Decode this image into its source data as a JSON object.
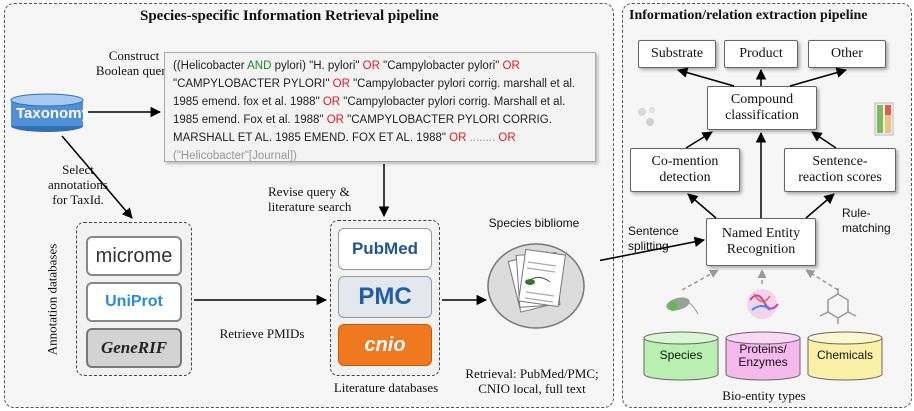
{
  "left_panel": {
    "title": "Species-specific Information Retrieval pipeline",
    "construct_label": "Construct Boolean query",
    "taxonomy_logo": "Taxonomy",
    "select_label": "Select annotations for TaxId.",
    "annotation_db_label": "Annotation databases",
    "annotation_dbs": [
      "microme",
      "UniProt",
      "GeneRIF"
    ],
    "retrieve_label": "Retrieve PMIDs",
    "revise_label": "Revise query & literature search",
    "literature_dbs": [
      "PubMed",
      "PMC",
      "cnio"
    ],
    "literature_db_label": "Literature databases",
    "bibliome_label": "Species bibliome",
    "retrieval_label": "Retrieval: PubMed/PMC; CNIO local, full text",
    "query": {
      "l1a": "((Helicobacter ",
      "l1and": "AND",
      "l1b": " pylori) ",
      "l1c": "\"H. pylori\" ",
      "l1or1": "OR",
      "l1d": " \"Campylobacter pylori\" ",
      "l1or2": "OR",
      "l2a": "\"CAMPYLOBACTER PYLORI\" ",
      "l2or": "OR",
      "l2b": " \"Campylobacter pylori corrig. marshall et al.",
      "l3a": "1985 emend. fox et al. 1988\" ",
      "l3or": "OR",
      "l3b": " \"Campylobacter pylori corrig. Marshall et al.",
      "l4a": "1985  emend. Fox et al. 1988\" ",
      "l4or1": "OR",
      "l4b": " \"CAMPYLOBACTER PYLORI CORRIG.",
      "l5a": "MARSHALL ET AL. 1985 EMEND. FOX ET AL. 1988\" ",
      "l5or": "OR",
      "l5b": " ........ ",
      "l5or2": "OR",
      "l6a": "(\"Helicobacter\"",
      "l6b": "[Journal])"
    }
  },
  "right_panel": {
    "title": "Information/relation extraction pipeline",
    "categories": [
      "Substrate",
      "Product",
      "Other"
    ],
    "compound_classification": "Compound classification",
    "co_mention": "Co-mention detection",
    "sentence_reaction": "Sentence-reaction scores",
    "ner": "Named Entity Recognition",
    "sentence_splitting": "Sentence splitting",
    "rule_matching": "Rule-matching",
    "bio_entities": [
      "Species",
      "Proteins/ Enzymes",
      "Chemicals"
    ],
    "bio_entity_label": "Bio-entity types"
  },
  "colors": {
    "and": "#1a8a2a",
    "or": "#e0191e",
    "species": "#b9efb0",
    "proteins": "#f6b9ee",
    "chemicals": "#fbf1a6"
  }
}
